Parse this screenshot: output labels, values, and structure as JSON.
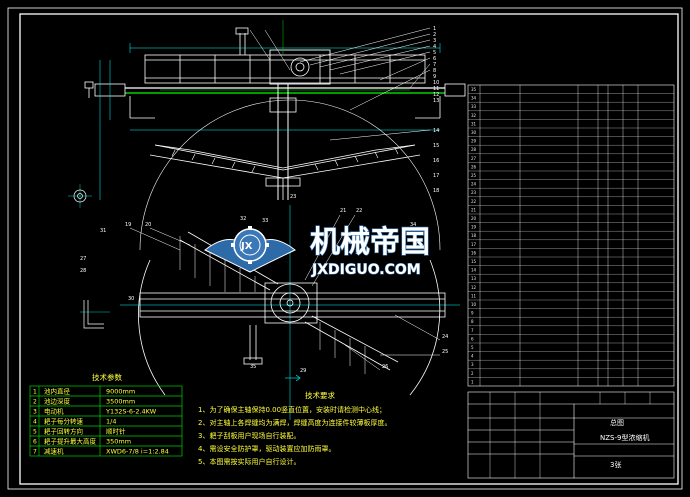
{
  "colors": {
    "background": "#000000",
    "frame": "#ffffff",
    "machine": "#ffffff",
    "cyan": "#00ffff",
    "green": "#00d000",
    "yellow": "#ffff3c",
    "watermark": "#3a78b8"
  },
  "watermark": {
    "cn": "机械帝国",
    "en": "JXDIGUO.COM",
    "logo_letters": "JX"
  },
  "spec_table": {
    "title": "技术参数",
    "rows": [
      {
        "no": "1",
        "label": "池内直径",
        "value": "9000mm"
      },
      {
        "no": "2",
        "label": "池边深度",
        "value": "3500mm"
      },
      {
        "no": "3",
        "label": "电动机",
        "value": "Y132S-6-2.4KW"
      },
      {
        "no": "4",
        "label": "耙子每分转速",
        "value": "1/4"
      },
      {
        "no": "5",
        "label": "耙子回转方向",
        "value": "顺时针"
      },
      {
        "no": "6",
        "label": "耙子提升最大高度",
        "value": "350mm"
      },
      {
        "no": "7",
        "label": "减速机",
        "value": "XWD6-7/8 i=1:2.84"
      }
    ]
  },
  "tech_notes": {
    "title": "技术要求",
    "items": [
      "1、为了确保主轴保持0.00竖直位置，安装时请检测中心线；",
      "2、对主轴上各焊缝均为满焊，焊缝高度为连接件较薄板厚度。",
      "3、耙子刮板用户现场自行装配。",
      "4、需设安全防护罩，驱动装置应加防雨罩。",
      "5、本图需按实际用户自行设计。"
    ]
  },
  "title_block": {
    "drawing_title": "总图",
    "machine_name": "NZS-9型浓缩机",
    "sheet": "3张"
  },
  "callout_numbers": [
    "1",
    "2",
    "3",
    "4",
    "5",
    "6",
    "7",
    "8",
    "9",
    "10",
    "11",
    "12",
    "13",
    "14",
    "15",
    "16",
    "17",
    "18",
    "19",
    "20",
    "21",
    "22",
    "23",
    "24",
    "25",
    "26",
    "27",
    "28",
    "29",
    "30",
    "31",
    "32",
    "33",
    "34",
    "35"
  ]
}
